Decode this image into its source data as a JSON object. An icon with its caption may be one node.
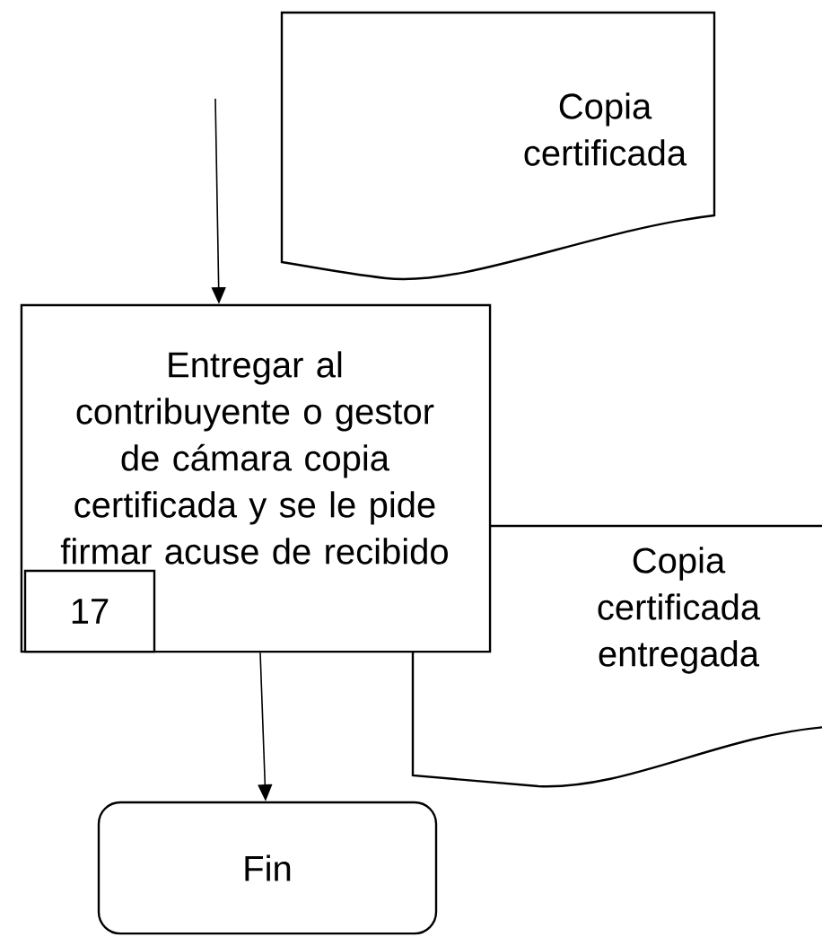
{
  "diagram": {
    "nodes": [
      {
        "text": [
          "Copia certificada"
        ]
      },
      {
        "text": [
          "Entregar al contribuyente o gestor de cámara copia certificada y se le pide firmar acuse de recibido"
        ]
      },
      {
        "text": [
          "17"
        ],
        "in": 1
      },
      {
        "text": [
          "Copia certificada entregada"
        ]
      },
      {
        "text": [
          "Fin"
        ]
      }
    ],
    "edges": [
      {
        "from": null,
        "to": 1,
        "arrow": "to"
      },
      {
        "from": 1,
        "to": 4,
        "arrow": "to"
      }
    ]
  }
}
